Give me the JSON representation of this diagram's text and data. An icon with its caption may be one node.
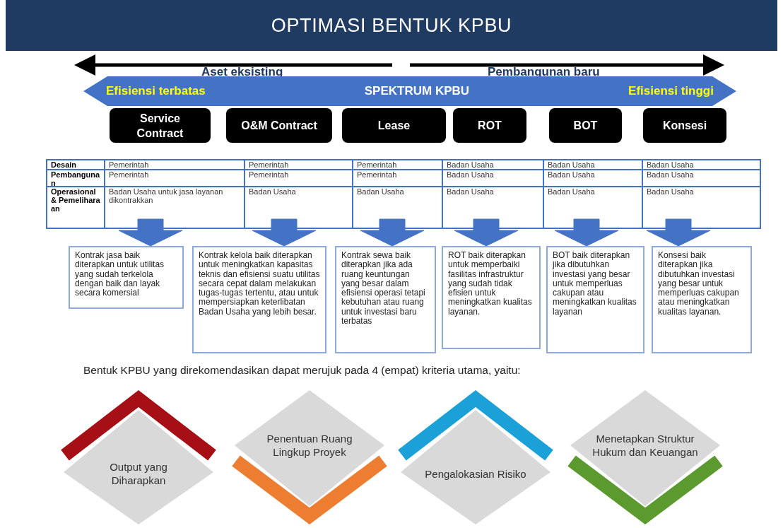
{
  "diagram": {
    "title": "OPTIMASI BENTUK KPBU",
    "nodes": [
      {
        "text": [
          "Efisiensi terbatas",
          "SPEKTRUM KPBU",
          "Efisiensi tinggi"
        ]
      },
      {
        "text": [
          "Service Contract"
        ]
      },
      {
        "text": [
          "O&M Contract"
        ]
      },
      {
        "text": [
          "Lease"
        ]
      },
      {
        "text": [
          "ROT"
        ]
      },
      {
        "text": [
          "BOT"
        ]
      },
      {
        "text": [
          "Konsesi"
        ]
      },
      {
        "text": [
          "Kontrak jasa baik diterapkan untuk utilitas yang sudah terkelola dengan baik dan layak secara komersial"
        ]
      },
      {
        "text": [
          "Kontrak kelola baik diterapkan untuk meningkatkan kapasitas teknis dan efisiensi suatu utilitas secara cepat dalam melakukan tugas-tugas tertentu, atau untuk mempersiapkan keterlibatan Badan Usaha yang lebih besar."
        ]
      },
      {
        "text": [
          "Kontrak sewa baik diterapkan jika ada ruang keuntungan yang besar dalam efisiensi operasi tetapi kebutuhan atau ruang untuk investasi baru terbatas"
        ]
      },
      {
        "text": [
          "ROT baik diterapkan untuk memperbaiki fasilitas infrastruktur yang sudah tidak efisien untuk meningkatkan kualitas layanan."
        ]
      },
      {
        "text": [
          "BOT baik diterapkan jika dibutuhkan investasi yang besar untuk memperluas cakupan atau meningkatkan kualitas layanan"
        ]
      },
      {
        "text": [
          "Konsesi baik diterapkan jika dibutuhkan investasi yang besar untuk memperluas cakupan atau meningkatkan kualitas layanan."
        ]
      },
      {
        "text": [
          "Output yang Diharapkan"
        ]
      },
      {
        "text": [
          "Penentuan Ruang Lingkup Proyek"
        ]
      },
      {
        "text": [
          "Pengalokasian Risiko"
        ]
      },
      {
        "text": [
          "Menetapkan Struktur Hukum dan Keuangan"
        ]
      }
    ],
    "edges": [
      {
        "from": null,
        "to": 7,
        "arrow": "to"
      },
      {
        "from": null,
        "to": 8,
        "arrow": "to"
      },
      {
        "from": null,
        "to": 9,
        "arrow": "to"
      },
      {
        "from": null,
        "to": 10,
        "arrow": "to"
      },
      {
        "from": null,
        "to": 11,
        "arrow": "to"
      },
      {
        "from": null,
        "to": 12,
        "arrow": "to"
      }
    ],
    "labels": [
      "Aset eksisting",
      "Pembangunan baru",
      "Desain",
      "Pemerintah",
      "Pemerintah",
      "Pemerintah",
      "Badan Usaha",
      "Badan Usaha",
      "Badan Usaha",
      "Pembangunan",
      "Pemerintah",
      "Pemerintah",
      "Pemerintah",
      "Badan Usaha",
      "Badan Usaha",
      "Badan Usaha",
      "Operasional & Pemeliharaan",
      "Badan Usaha untuk jasa layanan dikontrakkan",
      "Badan Usaha",
      "Badan Usaha",
      "Badan Usaha",
      "Badan Usaha",
      "Badan Usaha",
      "Bentuk KPBU yang direkomendasikan dapat merujuk pada 4 (empat) kriteria utama, yaitu:"
    ]
  }
}
